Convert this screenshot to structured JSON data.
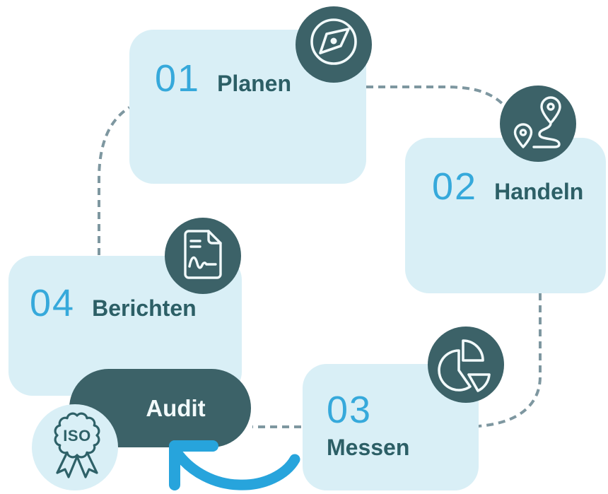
{
  "steps": [
    {
      "number": "01",
      "label": "Planen",
      "icon": "compass-icon"
    },
    {
      "number": "02",
      "label": "Handeln",
      "icon": "route-icon"
    },
    {
      "number": "03",
      "label": "Messen",
      "icon": "pie-chart-icon"
    },
    {
      "number": "04",
      "label": "Berichten",
      "icon": "report-document-icon"
    }
  ],
  "audit": {
    "label": "Audit",
    "badge_text": "ISO",
    "badge_icon": "iso-rosette-icon"
  },
  "connectors": {
    "style": "dashed",
    "links": [
      "planen-to-handeln",
      "handeln-to-messen",
      "messen-to-audit",
      "berichten-to-planen"
    ]
  },
  "colors": {
    "card_fill": "#d9eff6",
    "icon_circle_fill": "#3c6268",
    "number_text": "#36a9db",
    "label_text": "#2c5f66",
    "audit_pill_fill": "#3c6268",
    "audit_text": "#f2fafb",
    "dash_stroke": "#7e97a0",
    "arrow_stroke": "#27a4dc",
    "icon_stroke": "#f2fafb"
  }
}
